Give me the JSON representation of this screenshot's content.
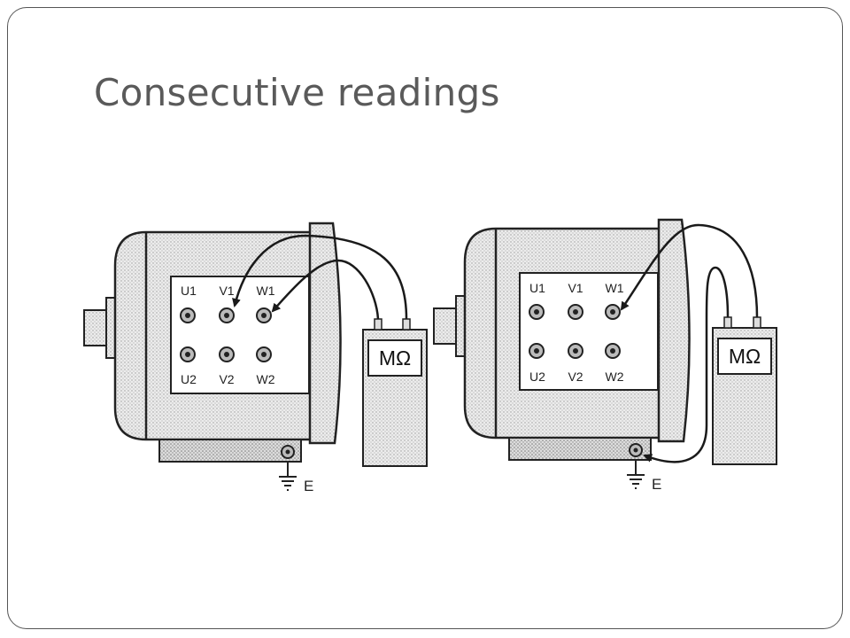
{
  "slide": {
    "title": "Consecutive readings"
  },
  "diagrams": [
    {
      "id": "reading-1",
      "terminals_top": [
        "U1",
        "V1",
        "W1"
      ],
      "terminals_bottom": [
        "U2",
        "V2",
        "W2"
      ],
      "meter_label": "MΩ",
      "earth_label": "E"
    },
    {
      "id": "reading-2",
      "terminals_top": [
        "U1",
        "V1",
        "W1"
      ],
      "terminals_bottom": [
        "U2",
        "V2",
        "W2"
      ],
      "meter_label": "MΩ",
      "earth_label": "E"
    }
  ],
  "colors": {
    "frame": "#555555",
    "title": "#5a5a5a",
    "stipple": "#c8c8c8",
    "line": "#1a1a1a"
  }
}
